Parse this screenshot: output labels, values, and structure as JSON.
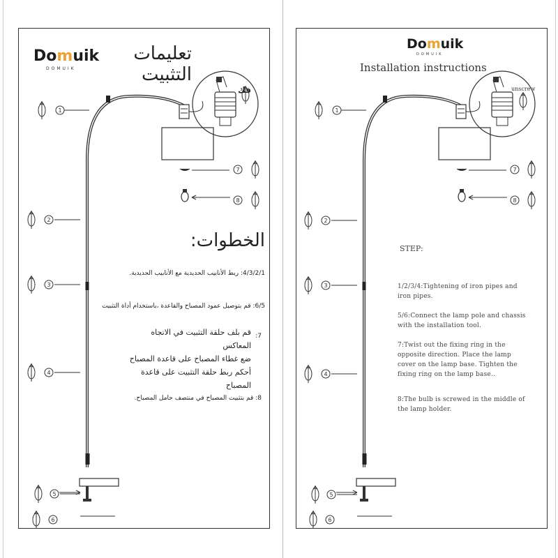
{
  "brand": {
    "name_start": "Do",
    "name_accent": "m",
    "name_end": "uik",
    "tagline": "DOMUIK"
  },
  "arabic": {
    "title": "تعليمات التثبيت",
    "heading": "الخطوات:",
    "unscrew": "فك",
    "steps": [
      {
        "num": "4/3/2/1:",
        "text": "ربط الأنابيب الحديدية مع الأنابيب الحديدية."
      },
      {
        "num": "6/5:",
        "text": "قم بتوصيل عمود المصباح والقاعدة ،باستخدام أداة التثبيت"
      },
      {
        "num": "7:",
        "text": "قم بلف حلقة التثبيت في الاتجاه المعاكس\nضع غطاء المصباح على قاعدة المصباح\nأحكم ربط حلقة التثبيت على قاعدة المصباح"
      },
      {
        "num": "8:",
        "text": "قم بتثبيت المصباح في منتصف حامل المصباح."
      }
    ]
  },
  "english": {
    "title": "Installation instructions",
    "heading": "STEP:",
    "unscrew": "unscrew",
    "steps": [
      "1/2/3/4:Tightening of iron pipes and iron pipes.",
      "5/6:Connect the lamp pole and chassis with the installation tool.",
      "7:Twist out the fixing ring in the opposite direction. Place the lamp cover on the lamp base. Tighten the fixing ring on the lamp base..",
      "8:The bulb is screwed in the middle of the lamp holder."
    ]
  },
  "labels": [
    "1",
    "2",
    "3",
    "4",
    "5",
    "6",
    "7",
    "8"
  ],
  "colors": {
    "ink": "#222222",
    "accent": "#e8a33a",
    "border": "#333333"
  }
}
